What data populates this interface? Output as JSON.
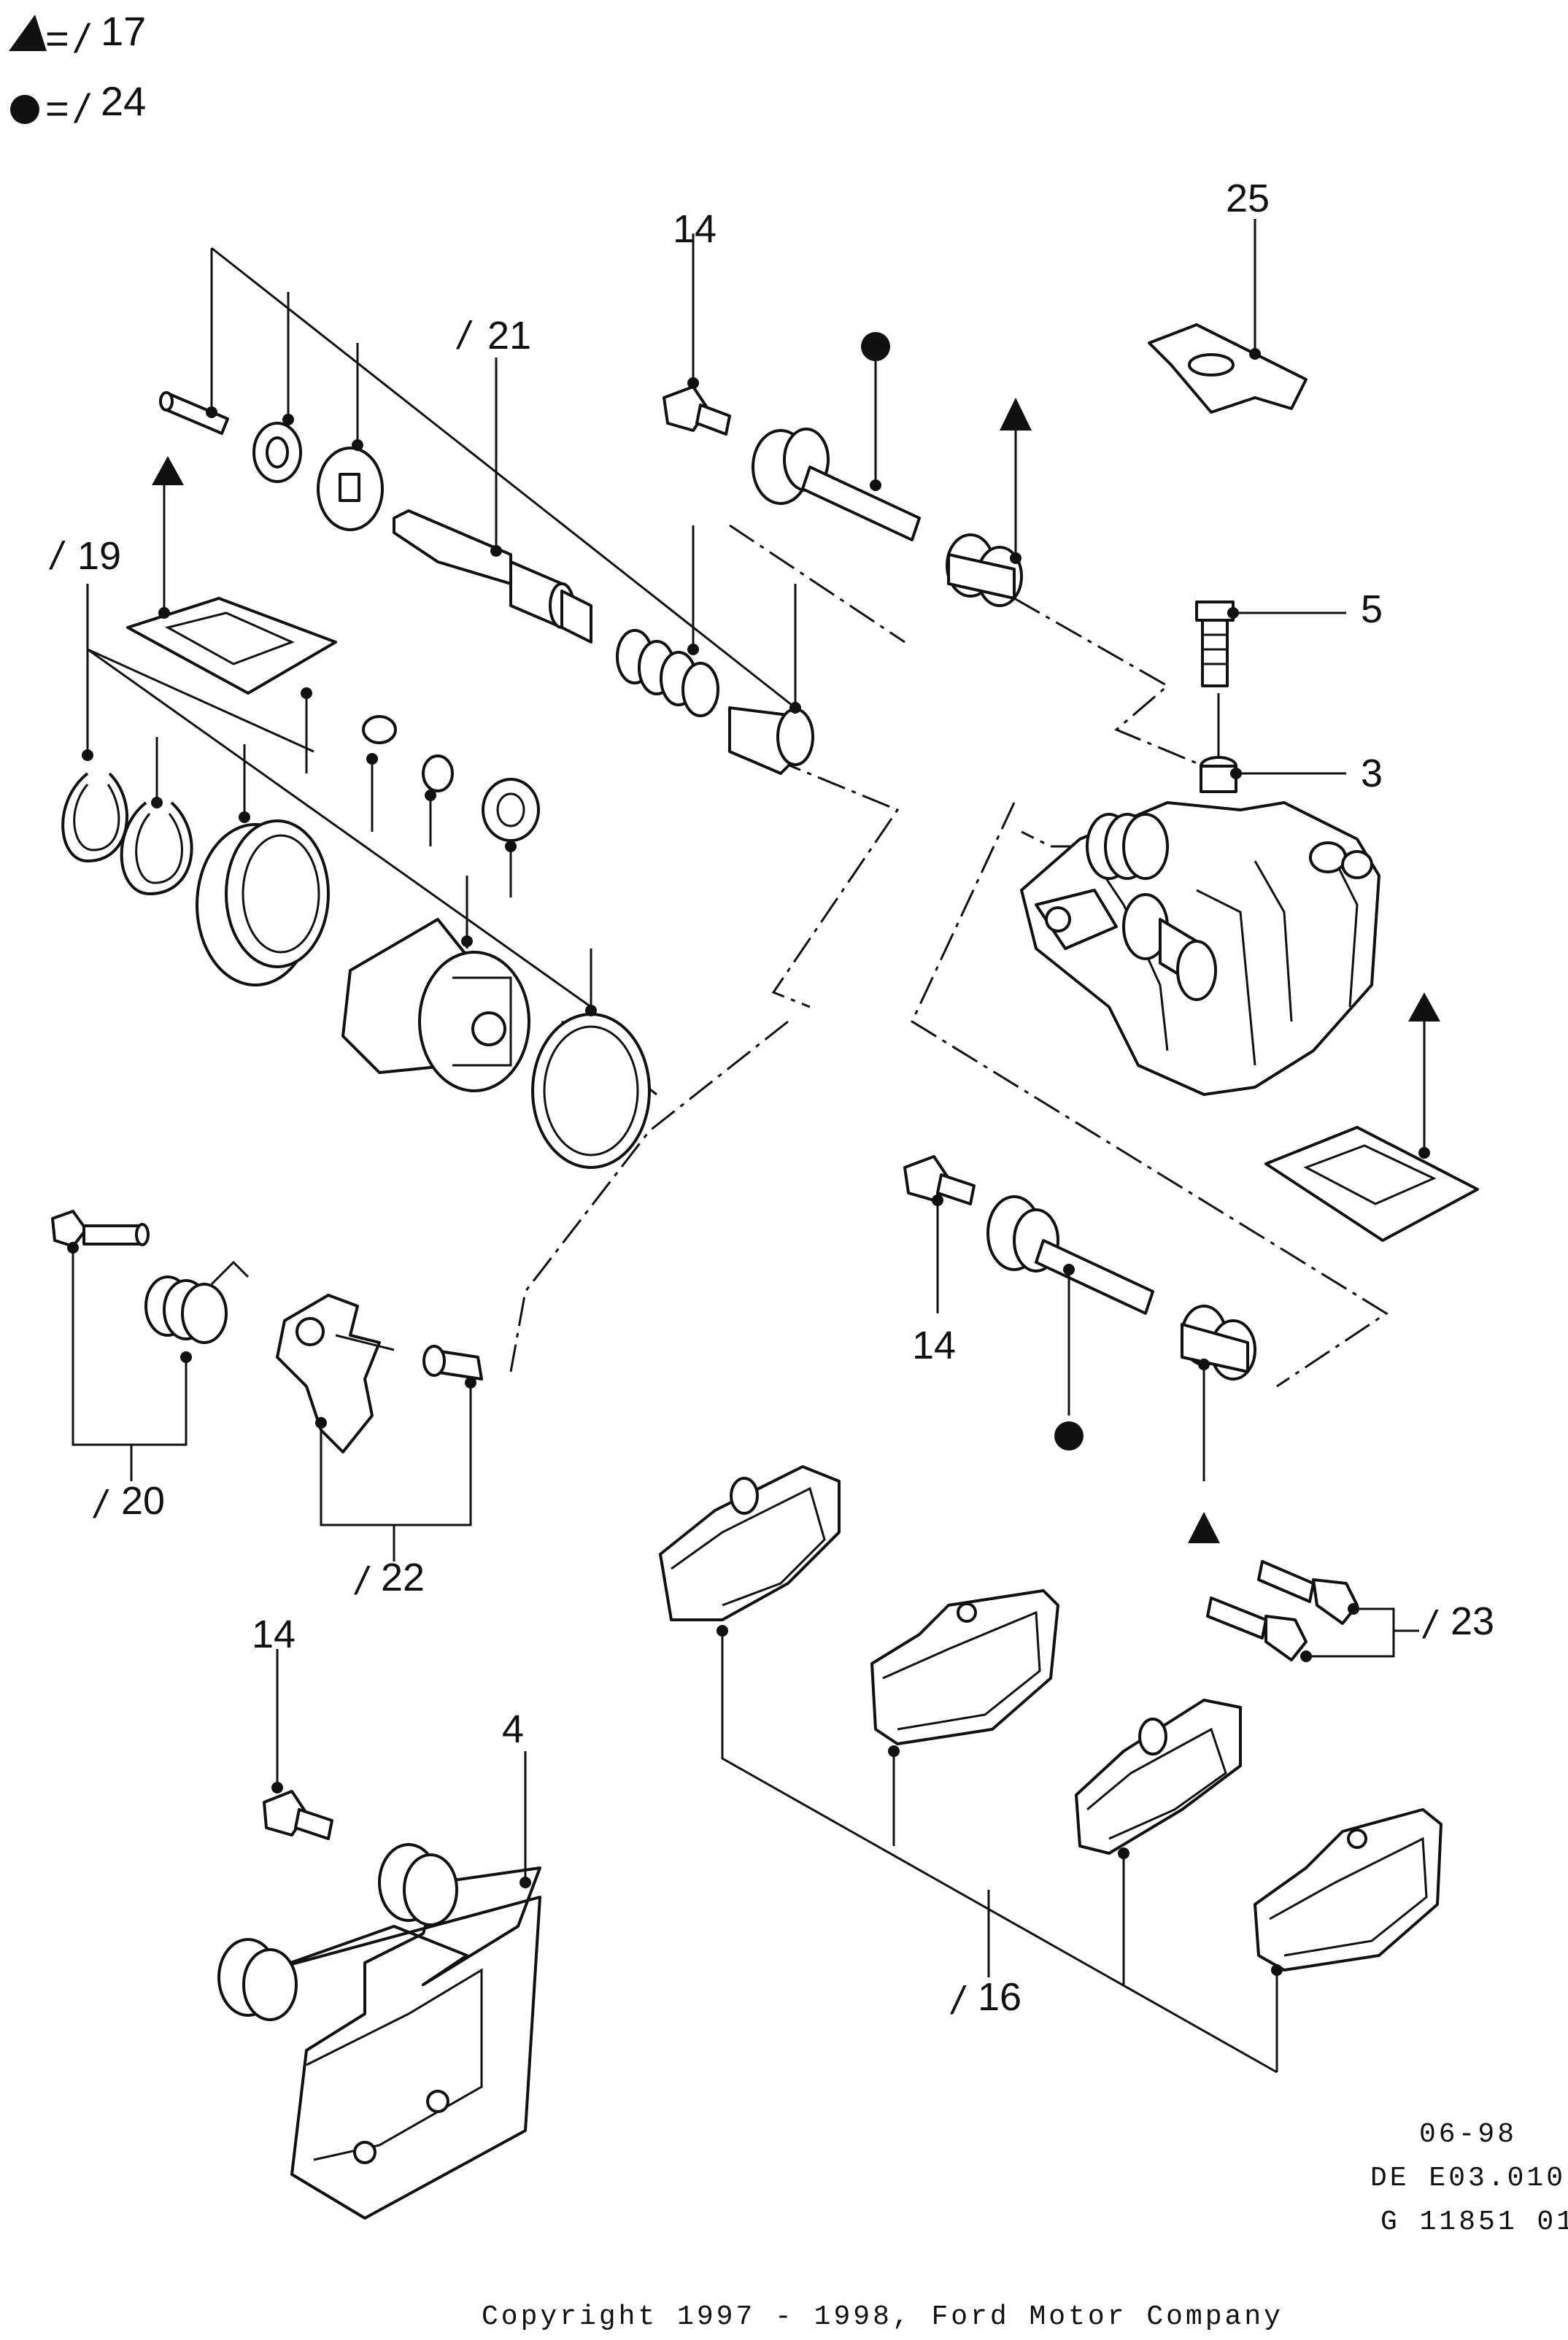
{
  "legend": {
    "triangle_label": "=⃨17",
    "circle_label": "=⃨24",
    "triangle_value": "17",
    "circle_value": "24",
    "mark": "⁄"
  },
  "callouts": {
    "c14_top": "14",
    "c25": "25",
    "c21": "21",
    "c19": "19",
    "c5": "5",
    "c3": "3",
    "c14_mid": "14",
    "c20": "20",
    "c22": "22",
    "c14_bottom": "14",
    "c4": "4",
    "c23": "23",
    "c16": "16"
  },
  "drawing_info": {
    "date": "06-98",
    "code": "DE E03.010",
    "number": "G 11851 01"
  },
  "copyright": "Copyright 1997 - 1998, Ford Motor Company",
  "colors": {
    "ink": "#111111",
    "paper": "#ffffff"
  }
}
